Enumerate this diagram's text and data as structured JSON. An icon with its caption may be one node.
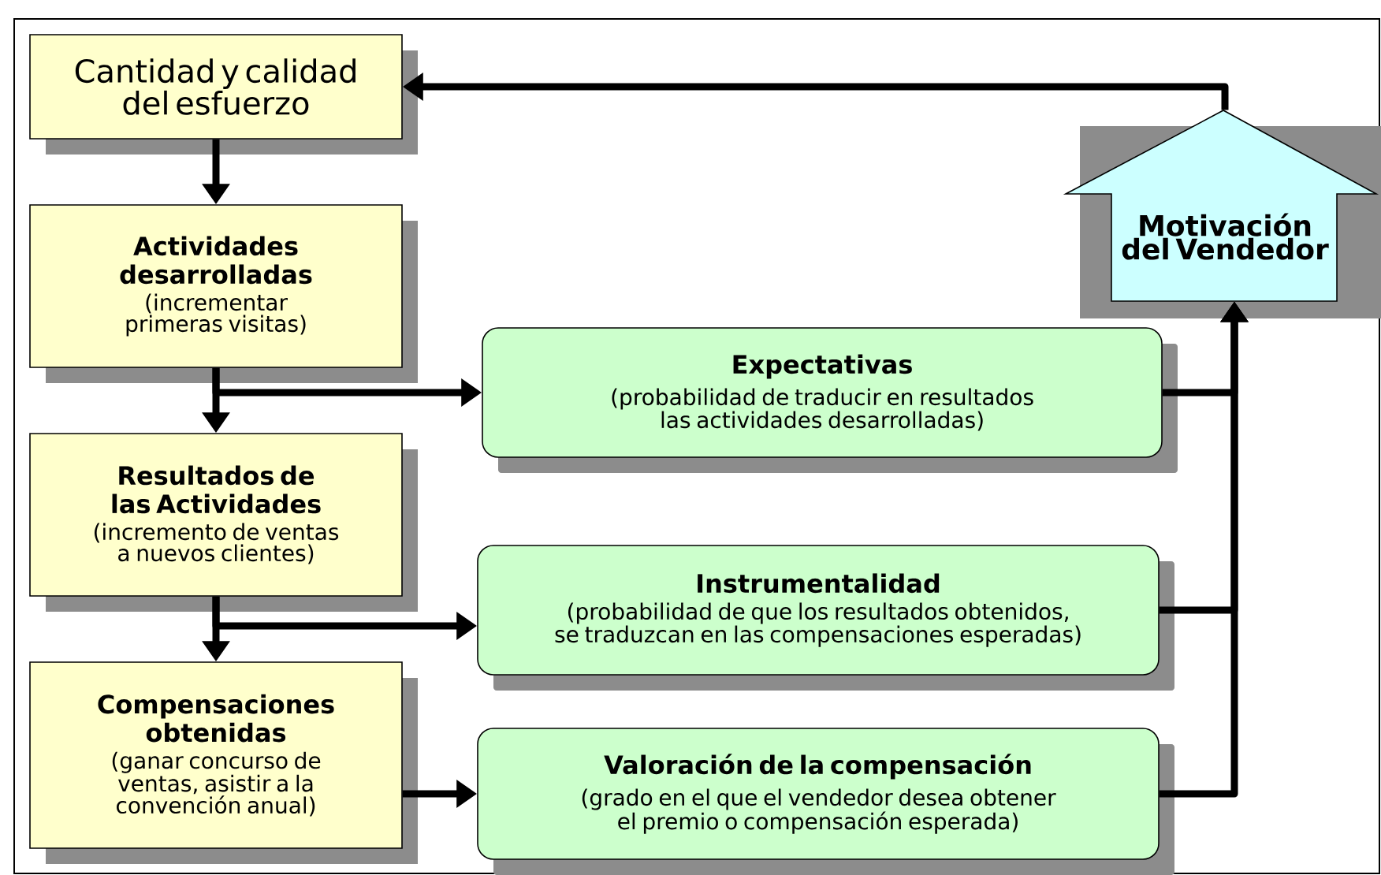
{
  "diagram": {
    "nodes": [
      {
        "text": [
          "Cantidad y calidad del esfuerzo"
        ]
      },
      {
        "text": [
          "Actividades desarrolladas",
          "(incrementar primeras visitas)"
        ]
      },
      {
        "text": [
          "Resultados de las Actividades",
          "(incremento de ventas a nuevos clientes)"
        ]
      },
      {
        "text": [
          "Compensaciones obtenidas",
          "(ganar concurso de ventas, asistir a la convención anual)"
        ]
      },
      {
        "text": [
          "Expectativas",
          "(probabilidad de traducir en resultados las actividades desarrolladas)"
        ]
      },
      {
        "text": [
          "Instrumentalidad",
          "(probabilidad de que los resultados obtenidos, se traduzcan en las compensaciones esperadas)"
        ]
      },
      {
        "text": [
          "Valoración de la compensación",
          "(grado en el que el vendedor desea obtener el premio o compensación esperada)"
        ]
      },
      {
        "text": [
          "Motivación del Vendedor"
        ]
      }
    ],
    "edges": [
      {
        "from": 0,
        "to": 1,
        "arrow": "to"
      },
      {
        "from": 1,
        "to": 2,
        "arrow": "to"
      },
      {
        "from": 1,
        "to": 4,
        "arrow": "to"
      },
      {
        "from": 2,
        "to": 3,
        "arrow": "to"
      },
      {
        "from": 2,
        "to": 5,
        "arrow": "to"
      },
      {
        "from": 3,
        "to": 6,
        "arrow": "to"
      },
      {
        "from": 4,
        "to": 7,
        "arrow": "to"
      },
      {
        "from": 5,
        "to": 7,
        "arrow": "to"
      },
      {
        "from": 6,
        "to": 7,
        "arrow": "to"
      },
      {
        "from": 7,
        "to": 0,
        "arrow": "to"
      }
    ]
  }
}
